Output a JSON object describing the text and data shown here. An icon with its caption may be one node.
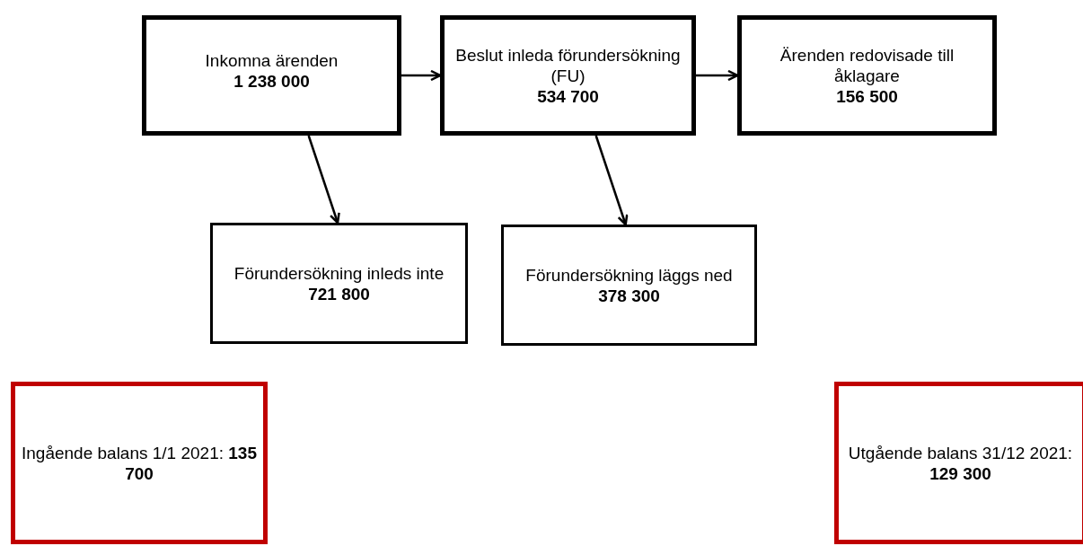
{
  "diagram": {
    "nodes": [
      {
        "text": [
          "Inkomna ärenden",
          "1 238 000"
        ]
      },
      {
        "text": [
          "Beslut inleda förundersökning (FU)",
          "534 700"
        ]
      },
      {
        "text": [
          "Ärenden redovisade till åklagare",
          "156 500"
        ]
      },
      {
        "text": [
          "Förundersökning inleds inte",
          "721 800"
        ]
      },
      {
        "text": [
          "Förundersökning läggs ned",
          "378 300"
        ]
      },
      {
        "text": [
          "Ingående balans 1/1 2021: **135 700**"
        ]
      },
      {
        "text": [
          "Utgående balans 31/12 2021: **129 300**"
        ]
      }
    ],
    "edges": [
      {
        "from": 0,
        "to": 1,
        "arrow": "to"
      },
      {
        "from": 1,
        "to": 2,
        "arrow": "to"
      },
      {
        "from": 0,
        "to": 3,
        "arrow": "to"
      },
      {
        "from": 1,
        "to": 4,
        "arrow": "to"
      }
    ]
  }
}
